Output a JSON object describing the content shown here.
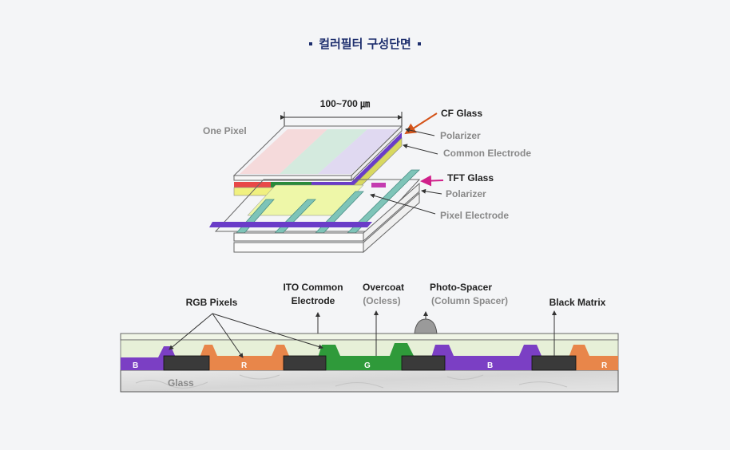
{
  "title": "컬러필터 구성단면",
  "top_diagram": {
    "width_label": "100~700 ㎛",
    "one_pixel": "One Pixel",
    "cf_glass": "CF Glass",
    "polarizer_top": "Polarizer",
    "common_electrode": "Common Electrode",
    "tft_glass": "TFT Glass",
    "polarizer_bottom": "Polarizer",
    "pixel_electrode": "Pixel  Electrode"
  },
  "bottom_diagram": {
    "rgb_pixels": "RGB Pixels",
    "ito_line1": "ITO Common",
    "ito_line2": "Electrode",
    "overcoat_line1": "Overcoat",
    "overcoat_line2": "(Ocless)",
    "spacer_line1": "Photo-Spacer",
    "spacer_line2": "(Column Spacer)",
    "black_matrix": "Black  Matrix",
    "glass": "Glass",
    "pixel_letters": [
      "B",
      "R",
      "G",
      "B",
      "R"
    ]
  },
  "colors": {
    "title": "#1e2f6e",
    "blue_pixel": "#7b3fc4",
    "red_pixel": "#e8864a",
    "green_pixel": "#2f9a3a",
    "black_matrix": "#3a3a3a",
    "overcoat": "#e7f0d8",
    "cf_arrow": "#d4541a",
    "tft_arrow": "#d0208a"
  }
}
